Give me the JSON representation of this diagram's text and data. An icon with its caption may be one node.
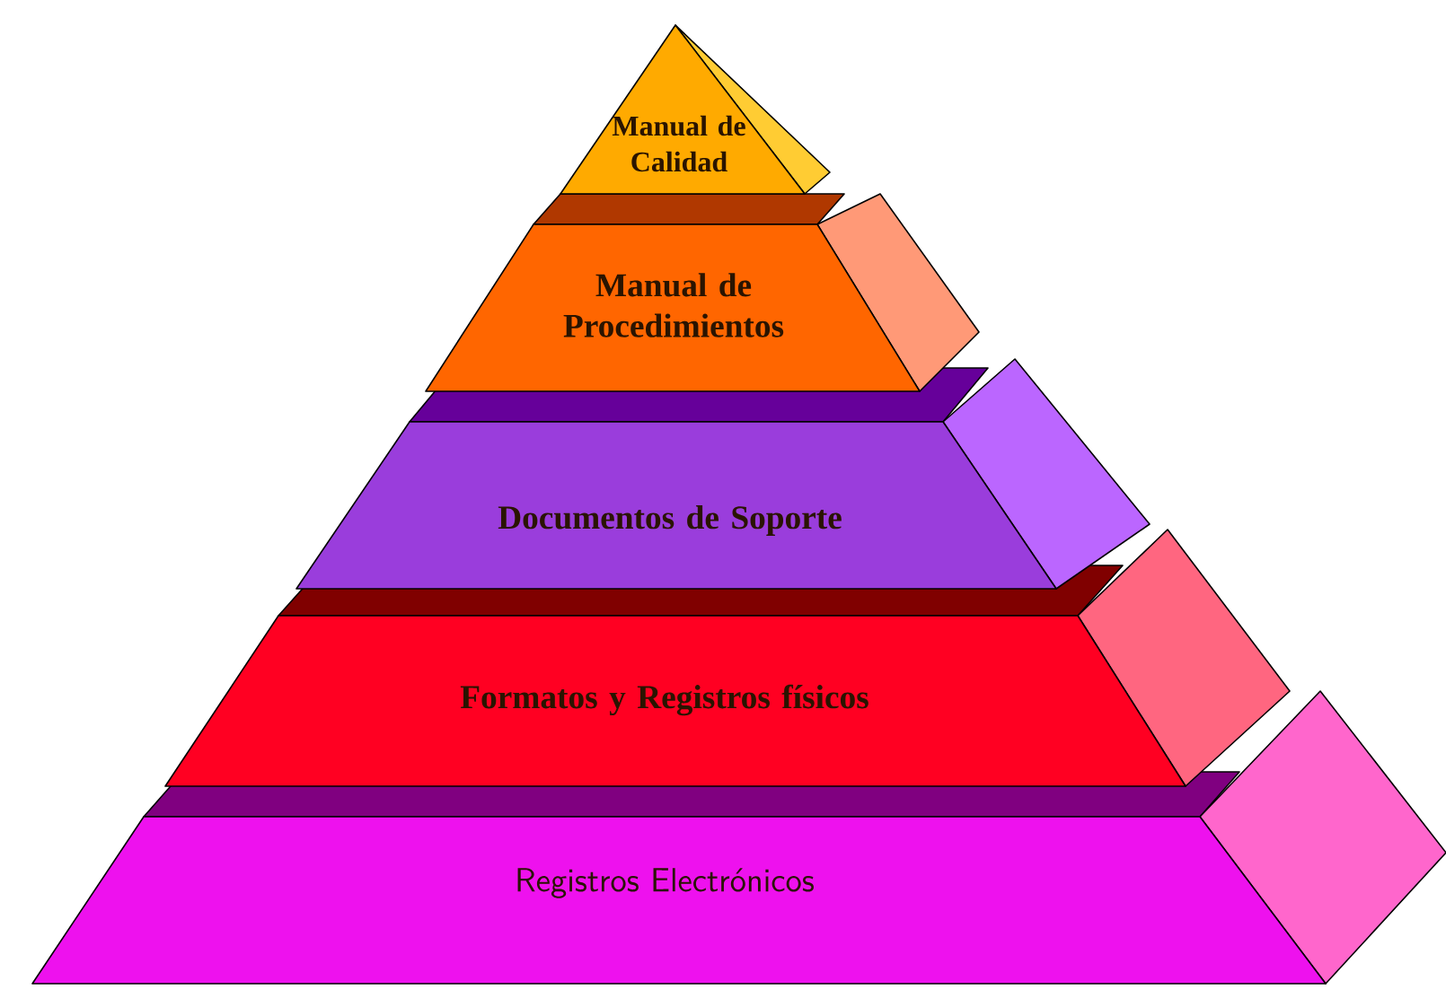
{
  "diagram": {
    "nodes": [
      {
        "text": [
          "Manual de Calidad"
        ]
      },
      {
        "text": [
          "Manual de Procedimientos"
        ]
      },
      {
        "text": [
          "Documentos de Soporte"
        ]
      },
      {
        "text": [
          "Formatos y Registros físicos"
        ]
      },
      {
        "text": [
          "Registros Electrónicos"
        ]
      }
    ]
  }
}
